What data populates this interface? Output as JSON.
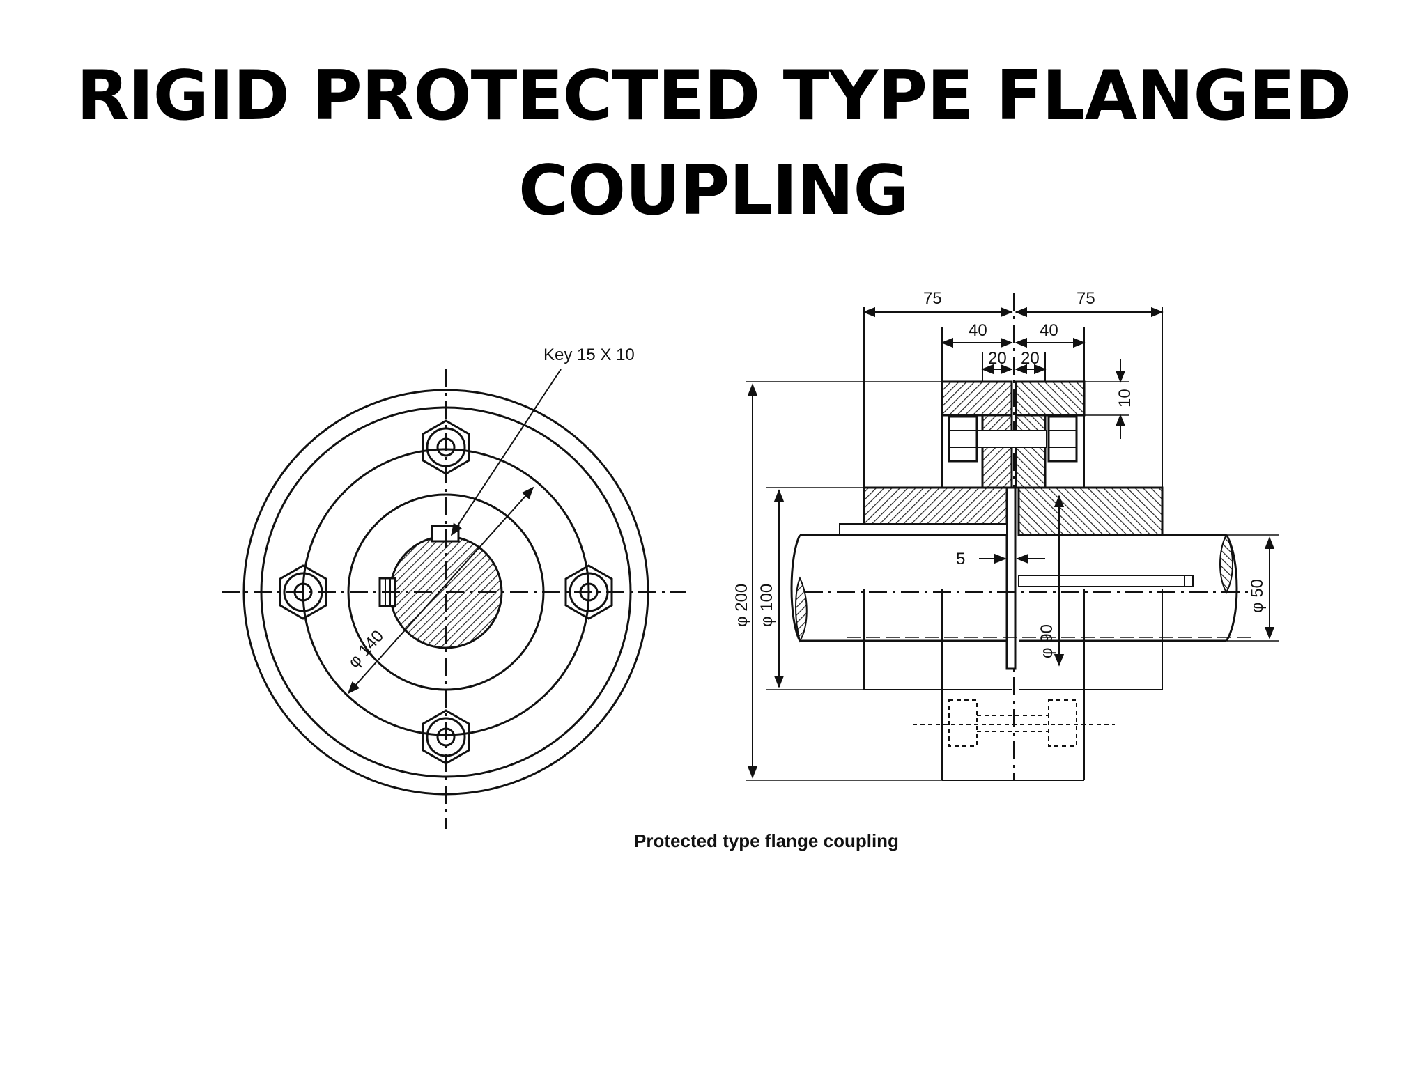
{
  "title": {
    "line1": "RIGID PROTECTED TYPE FLANGED",
    "line2": "COUPLING"
  },
  "front_view": {
    "key_label": "Key 15 X 10",
    "pcd_label": "φ 140"
  },
  "section_view": {
    "dim_75_left": "75",
    "dim_75_right": "75",
    "dim_40_left": "40",
    "dim_40_right": "40",
    "dim_20_left": "20",
    "dim_20_right": "20",
    "dim_10": "10",
    "dim_5": "5",
    "dim_phi200": "φ 200",
    "dim_phi100": "φ 100",
    "dim_phi90": "φ 90",
    "dim_phi50": "φ 50"
  },
  "caption": "Protected type flange coupling",
  "colors": {
    "ink": "#111111",
    "background": "#ffffff"
  }
}
